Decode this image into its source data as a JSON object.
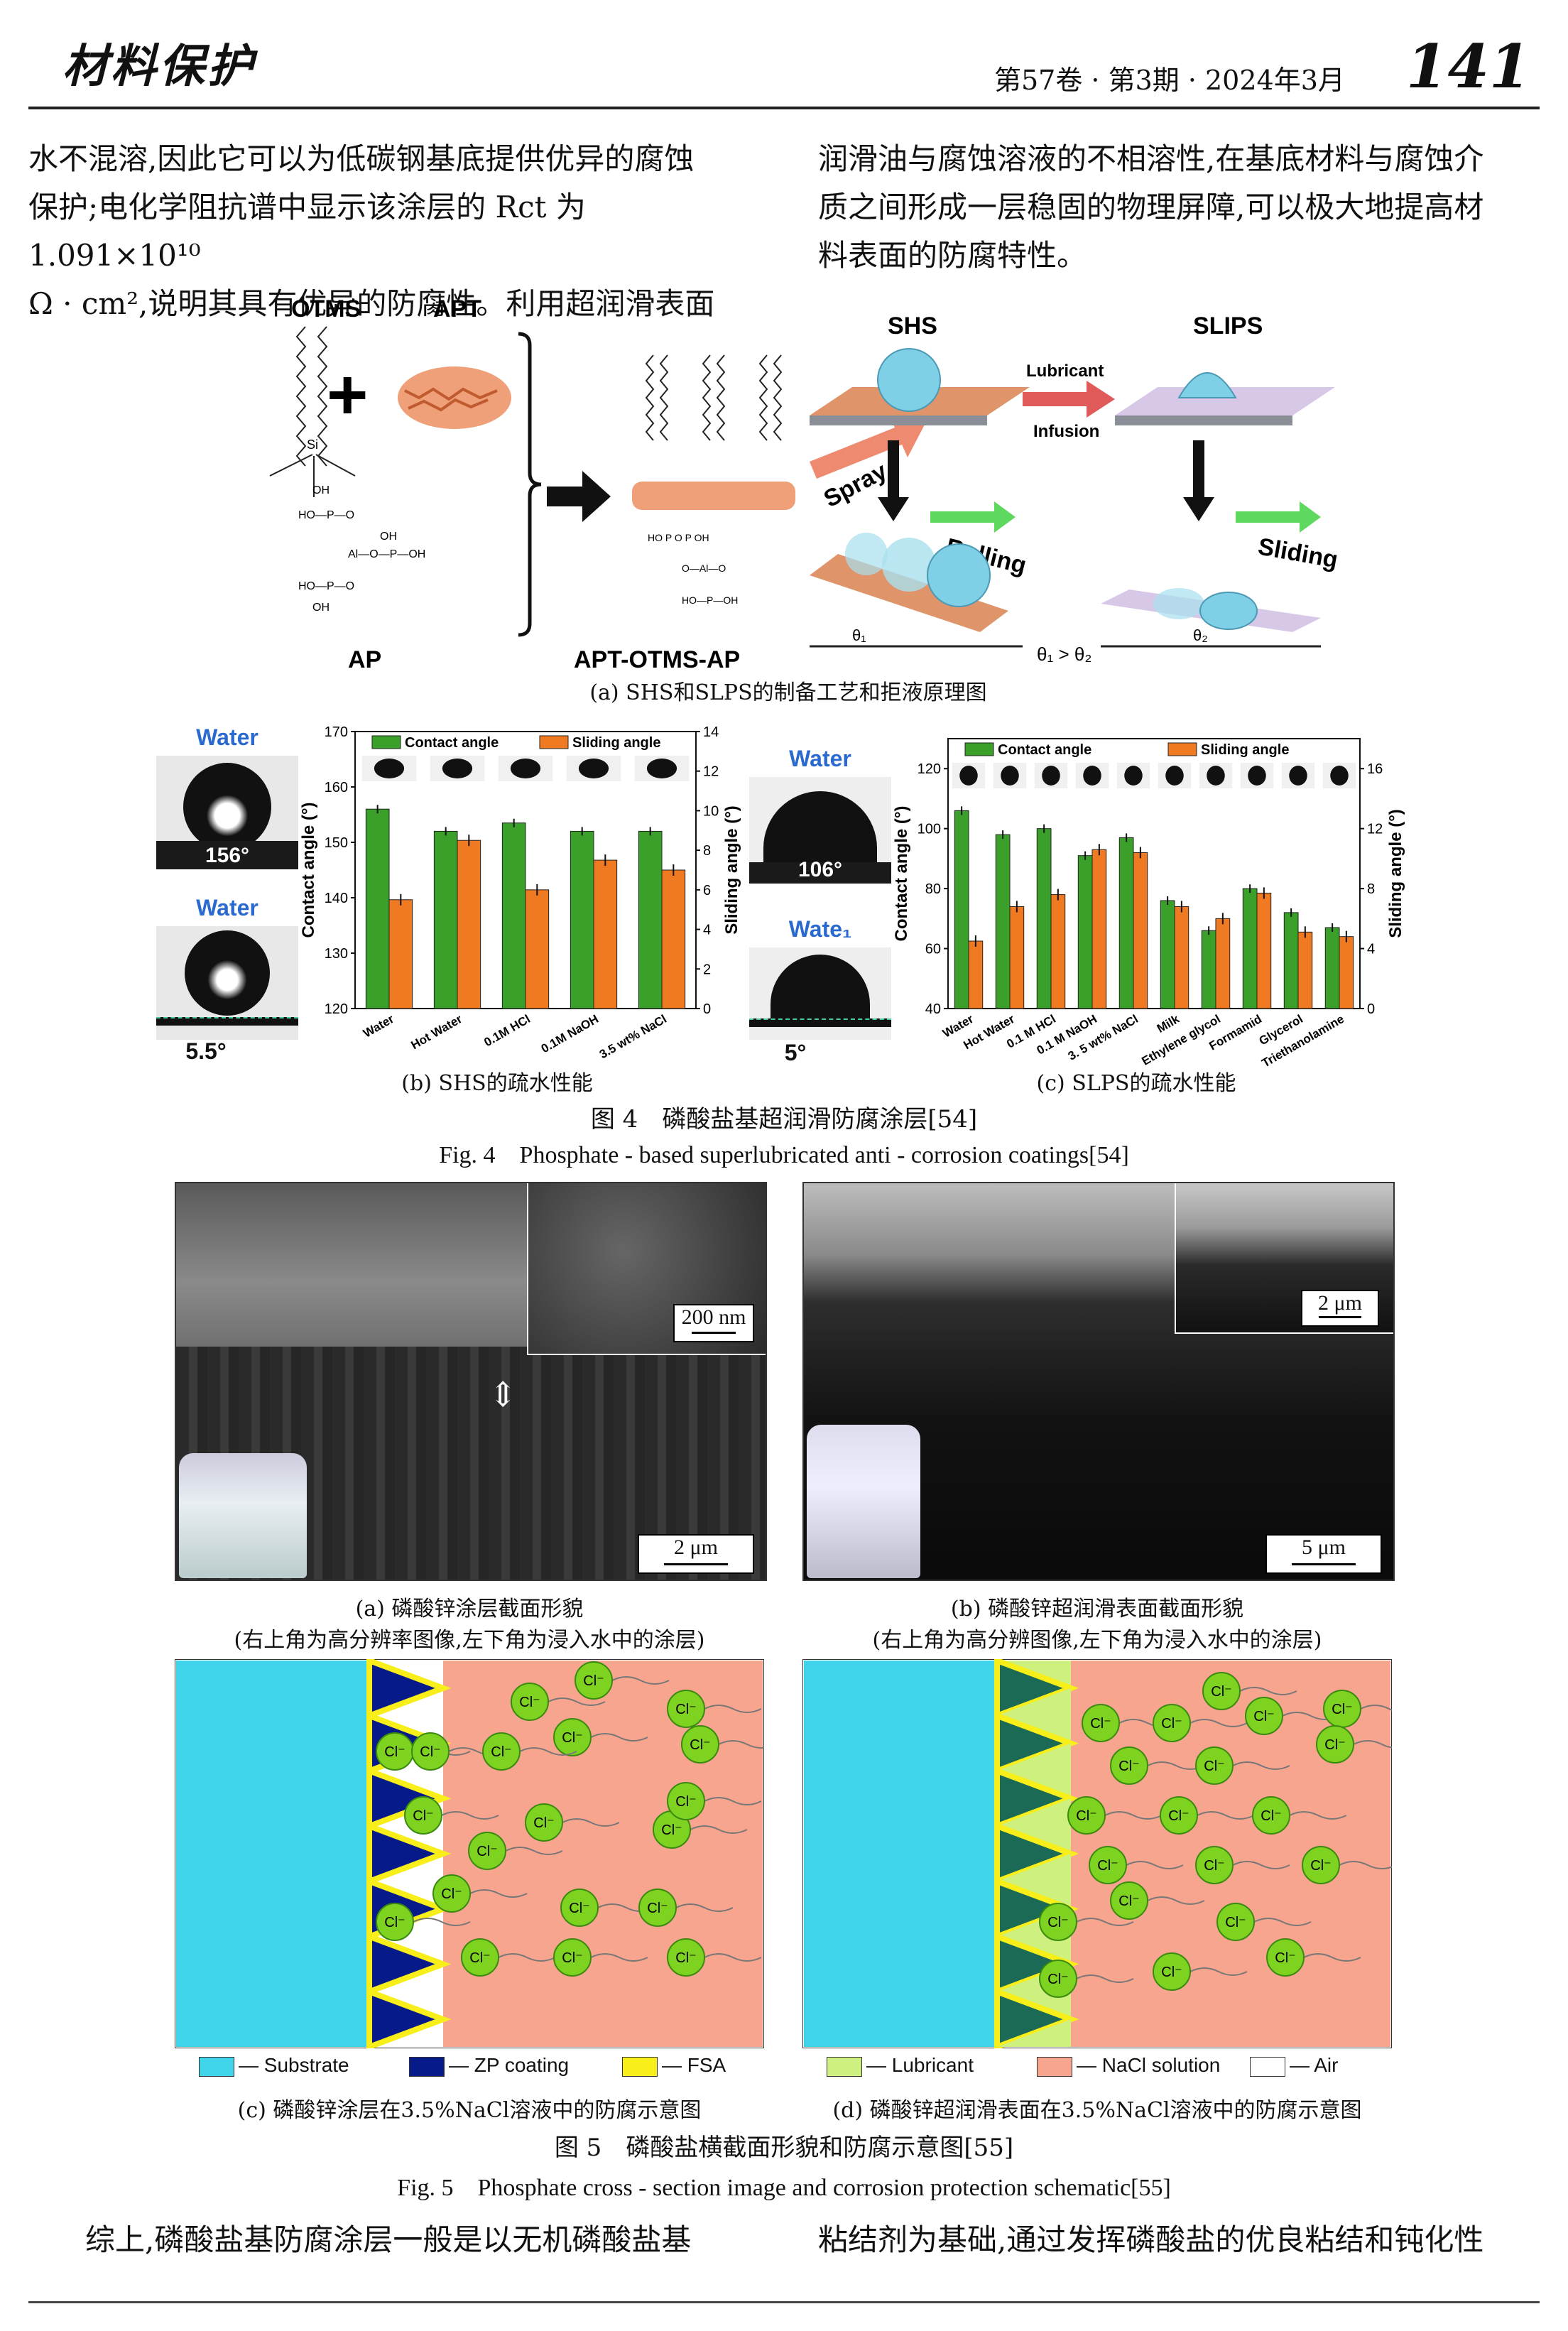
{
  "header": {
    "journal": "材料保护",
    "issue": "第57卷 · 第3期 · 2024年3月",
    "page": "141"
  },
  "body_top": {
    "left_lines": [
      "水不混溶,因此它可以为低碳钢基底提供优异的腐蚀",
      "保护;电化学阻抗谱中显示该涂层的 Rct 为 1.091×10¹⁰",
      "Ω · cm²,说明其具有优异的防腐性。利用超润滑表面"
    ],
    "right_lines": [
      "润滑油与腐蚀溶液的不相溶性,在基底材料与腐蚀介",
      "质之间形成一层稳固的物理屏障,可以极大地提高材",
      "料表面的防腐特性。"
    ]
  },
  "fig4": {
    "a": {
      "labels": {
        "otms": "OTMS",
        "apt": "APT",
        "ap": "AP",
        "product": "APT-OTMS-AP",
        "spray": "Spray",
        "shs": "SHS",
        "slips": "SLIPS",
        "lubricant": "Lubricant",
        "infusion": "Infusion",
        "rolling": "Rolling",
        "sliding": "Sliding",
        "theta1": "θ₁",
        "theta2": "θ₂",
        "relation": "θ₁ > θ₂"
      },
      "caption": "(a) SHS和SLPS的制备工艺和拒液原理图"
    },
    "b_droplets": {
      "top_label": "Water",
      "top_angle": "156°",
      "bottom_label": "Water",
      "bottom_angle": "5.5°"
    },
    "c_droplets": {
      "top_label": "Water",
      "top_angle": "106°",
      "bottom_label": "Wate₁",
      "bottom_angle": "5°"
    },
    "b_caption": "(b) SHS的疏水性能",
    "c_caption": "(c) SLPS的疏水性能",
    "caption_cn": "图 4　磷酸盐基超润滑防腐涂层[54]",
    "caption_en": "Fig. 4　Phosphate - based superlubricated anti - corrosion coatings[54]"
  },
  "chart_data": [
    {
      "type": "bar",
      "categories": [
        "Water",
        "Hot Water",
        "0.1M HCl",
        "0.1M NaOH",
        "3.5 wt% NaCl"
      ],
      "series": [
        {
          "name": "Contact angle",
          "axis": "left",
          "values": [
            156,
            152,
            153.5,
            152,
            152
          ],
          "color": "#3aa02a"
        },
        {
          "name": "Sliding angle",
          "axis": "right",
          "values": [
            5.5,
            8.5,
            6,
            7.5,
            7
          ],
          "color": "#f07a22"
        }
      ],
      "ylabel": "Contact angle (°)",
      "ylim": [
        120,
        170
      ],
      "yticks": [
        120,
        130,
        140,
        150,
        160,
        170
      ],
      "y2label": "Sliding angle (°)",
      "y2lim": [
        0,
        14
      ],
      "y2ticks": [
        0,
        2,
        4,
        6,
        8,
        10,
        12,
        14
      ],
      "legend": "top"
    },
    {
      "type": "bar",
      "categories": [
        "Water",
        "Hot Water",
        "0.1 M HCl",
        "0.1 M NaOH",
        "3. 5 wt% NaCl",
        "Milk",
        "Ethylene glycol",
        "Formamid",
        "Glycerol",
        "Triethanolamine"
      ],
      "series": [
        {
          "name": "Contact angle",
          "axis": "left",
          "values": [
            106,
            98,
            100,
            91,
            97,
            76,
            66,
            80,
            72,
            67
          ],
          "color": "#3aa02a"
        },
        {
          "name": "Sliding angle",
          "axis": "right",
          "values": [
            4.5,
            6.8,
            7.6,
            10.6,
            10.4,
            6.8,
            6.0,
            7.7,
            5.1,
            4.8
          ],
          "color": "#f07a22"
        }
      ],
      "ylabel": "Contact angle (°)",
      "ylim": [
        40,
        130
      ],
      "yticks": [
        40,
        60,
        80,
        100,
        120
      ],
      "y2label": "Sliding angle (°)",
      "y2lim": [
        0,
        18
      ],
      "y2ticks": [
        0,
        4,
        8,
        12,
        16
      ],
      "legend": "top"
    }
  ],
  "fig5": {
    "a_scale_inset": "200 nm",
    "a_scale_main": "2 μm",
    "b_scale_inset": "2 μm",
    "b_scale_main": "5 μm",
    "a_caption_1": "(a) 磷酸锌涂层截面形貌",
    "a_caption_2": "(右上角为高分辨率图像,左下角为浸入水中的涂层)",
    "b_caption_1": "(b) 磷酸锌超润滑表面截面形貌",
    "b_caption_2": "(右上角为高分辨图像,左下角为浸入水中的涂层)",
    "ion_label": "Cl⁻",
    "legend_c": [
      "Substrate",
      "ZP coating",
      "FSA"
    ],
    "legend_d": [
      "Lubricant",
      "NaCl solution",
      "Air"
    ],
    "c_caption": "(c) 磷酸锌涂层在3.5%NaCl溶液中的防腐示意图",
    "d_caption": "(d) 磷酸锌超润滑表面在3.5%NaCl溶液中的防腐示意图",
    "caption_cn": "图 5　磷酸盐横截面形貌和防腐示意图[55]",
    "caption_en": "Fig. 5　Phosphate cross - section image and corrosion protection schematic[55]",
    "colors": {
      "substrate": "#3fd4ea",
      "zp": "#061a8a",
      "fsa": "#f7ee1a",
      "lubricant": "#cdf07e",
      "nacl": "#f7a58f",
      "ion": "#7ed321"
    }
  },
  "body_bottom": {
    "left": "综上,磷酸盐基防腐涂层一般是以无机磷酸盐基",
    "right": "粘结剂为基础,通过发挥磷酸盐的优良粘结和钝化性"
  }
}
